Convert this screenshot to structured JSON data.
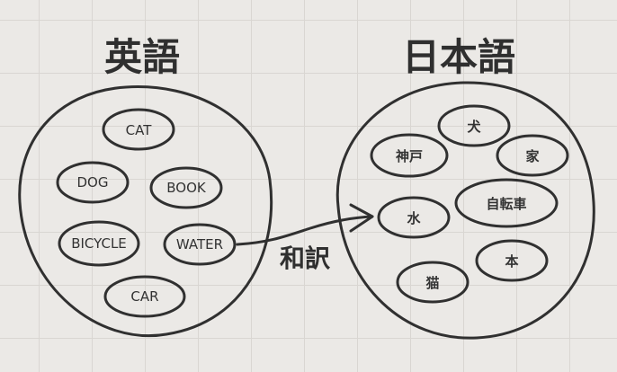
{
  "headings": {
    "english": "英語",
    "japanese": "日本語"
  },
  "translation_label": "和訳",
  "english_words": [
    "CAT",
    "DOG",
    "BOOK",
    "BICYCLE",
    "WATER",
    "CAR"
  ],
  "japanese_words": [
    "犬",
    "神戸",
    "家",
    "水",
    "自転車",
    "本",
    "猫"
  ],
  "colors": {
    "background": "#ebe9e6",
    "grid": "#d9d6d2",
    "ink": "#303030"
  }
}
